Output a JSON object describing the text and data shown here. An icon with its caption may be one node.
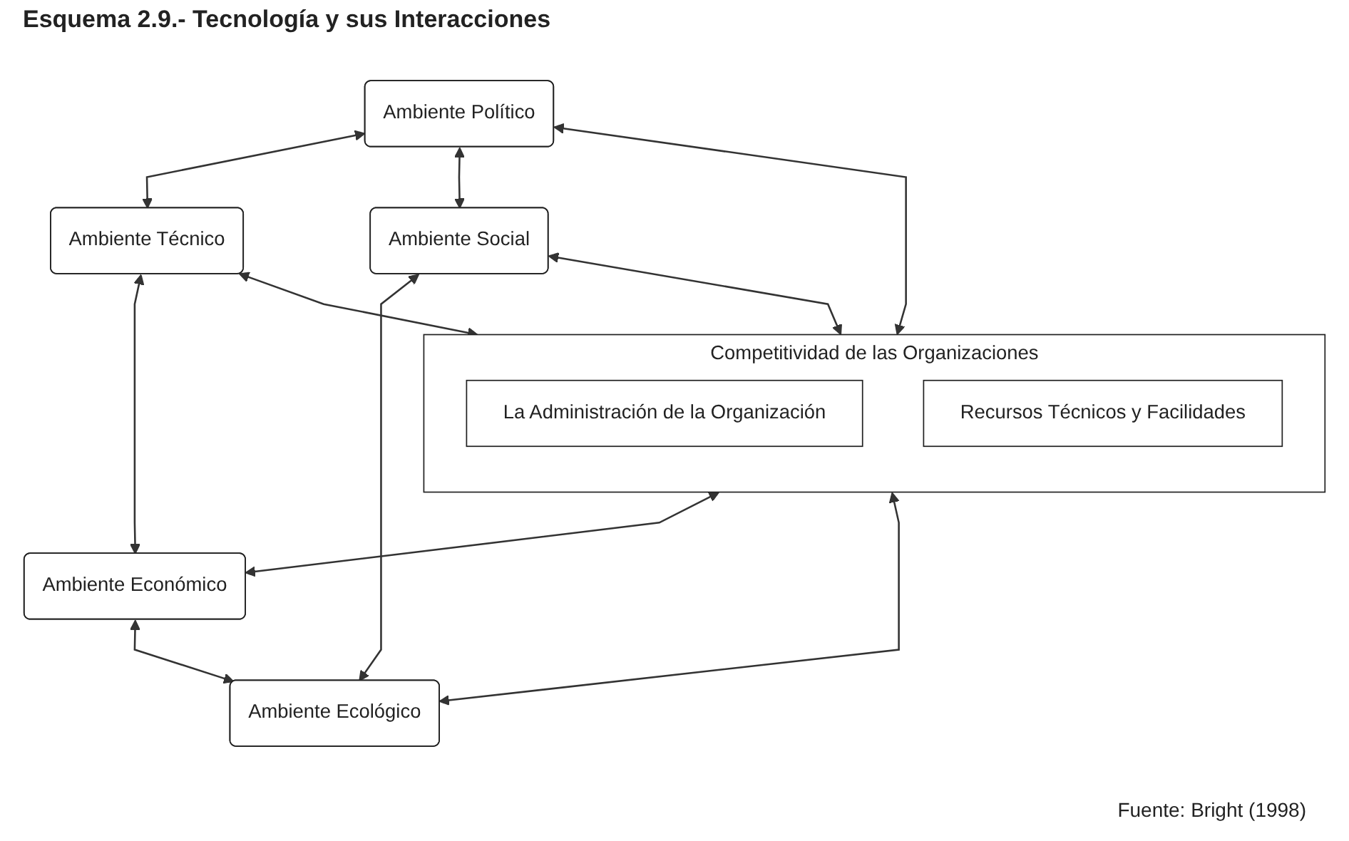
{
  "diagram": {
    "title": "Esquema 2.9.- Tecnología y sus Interacciones",
    "nodes": [
      {
        "text": [
          "Ambiente Político"
        ]
      },
      {
        "text": [
          "Ambiente Técnico"
        ]
      },
      {
        "text": [
          "Competitividad de las Organizaciones"
        ]
      },
      {
        "text": [
          "La Administración de la Organización"
        ],
        "in": 2
      },
      {
        "text": [
          "Recursos Técnicos y Facilidades"
        ],
        "in": 2
      },
      {
        "text": [
          "Ambiente Social"
        ]
      },
      {
        "text": [
          "Ambiente Económico"
        ]
      },
      {
        "text": [
          "Ambiente Ecológico"
        ]
      }
    ],
    "edges": [
      {
        "from": 0,
        "to": 1,
        "arrow": "both"
      },
      {
        "from": 0,
        "to": 2,
        "arrow": "both"
      },
      {
        "from": 1,
        "to": 2,
        "arrow": "both"
      },
      {
        "from": 0,
        "to": 5,
        "arrow": "both"
      },
      {
        "from": 1,
        "to": 6,
        "arrow": "both"
      },
      {
        "from": 5,
        "to": 2,
        "arrow": "both"
      },
      {
        "from": 2,
        "to": 6,
        "arrow": "both"
      },
      {
        "from": 5,
        "to": 7,
        "arrow": "both"
      },
      {
        "from": 2,
        "to": 7,
        "arrow": "both"
      },
      {
        "from": 6,
        "to": 7,
        "arrow": "both"
      }
    ],
    "labels": [
      "Fuente: Bright (1998)"
    ]
  }
}
